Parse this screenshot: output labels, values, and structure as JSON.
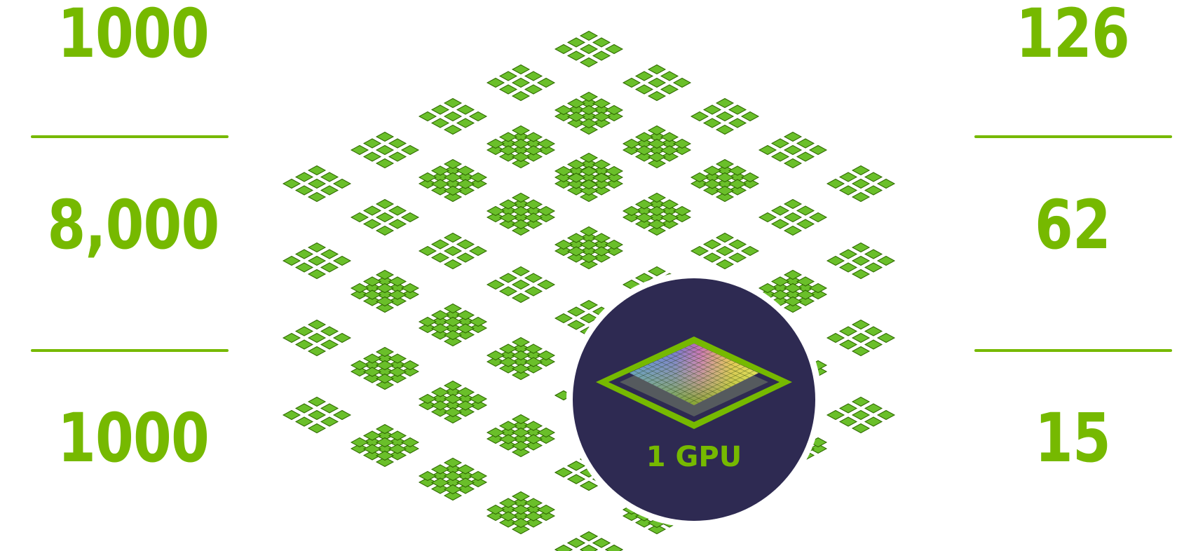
{
  "left_column": {
    "top_value": "1000",
    "middle_value": "8,000",
    "bottom_value": "1000"
  },
  "right_column": {
    "top_value": "126",
    "middle_value": "62",
    "bottom_value": "15"
  },
  "gpu_badge": {
    "label": "1 GPU"
  },
  "colors": {
    "accent": "#76b900",
    "chip_fill": "#6abf2a",
    "chip_dark": "#2f6a00",
    "badge_bg": "#2e2a52",
    "divider": "#76b900"
  },
  "icons": [
    "cpu-cluster-icon",
    "gpu-chip-icon"
  ]
}
